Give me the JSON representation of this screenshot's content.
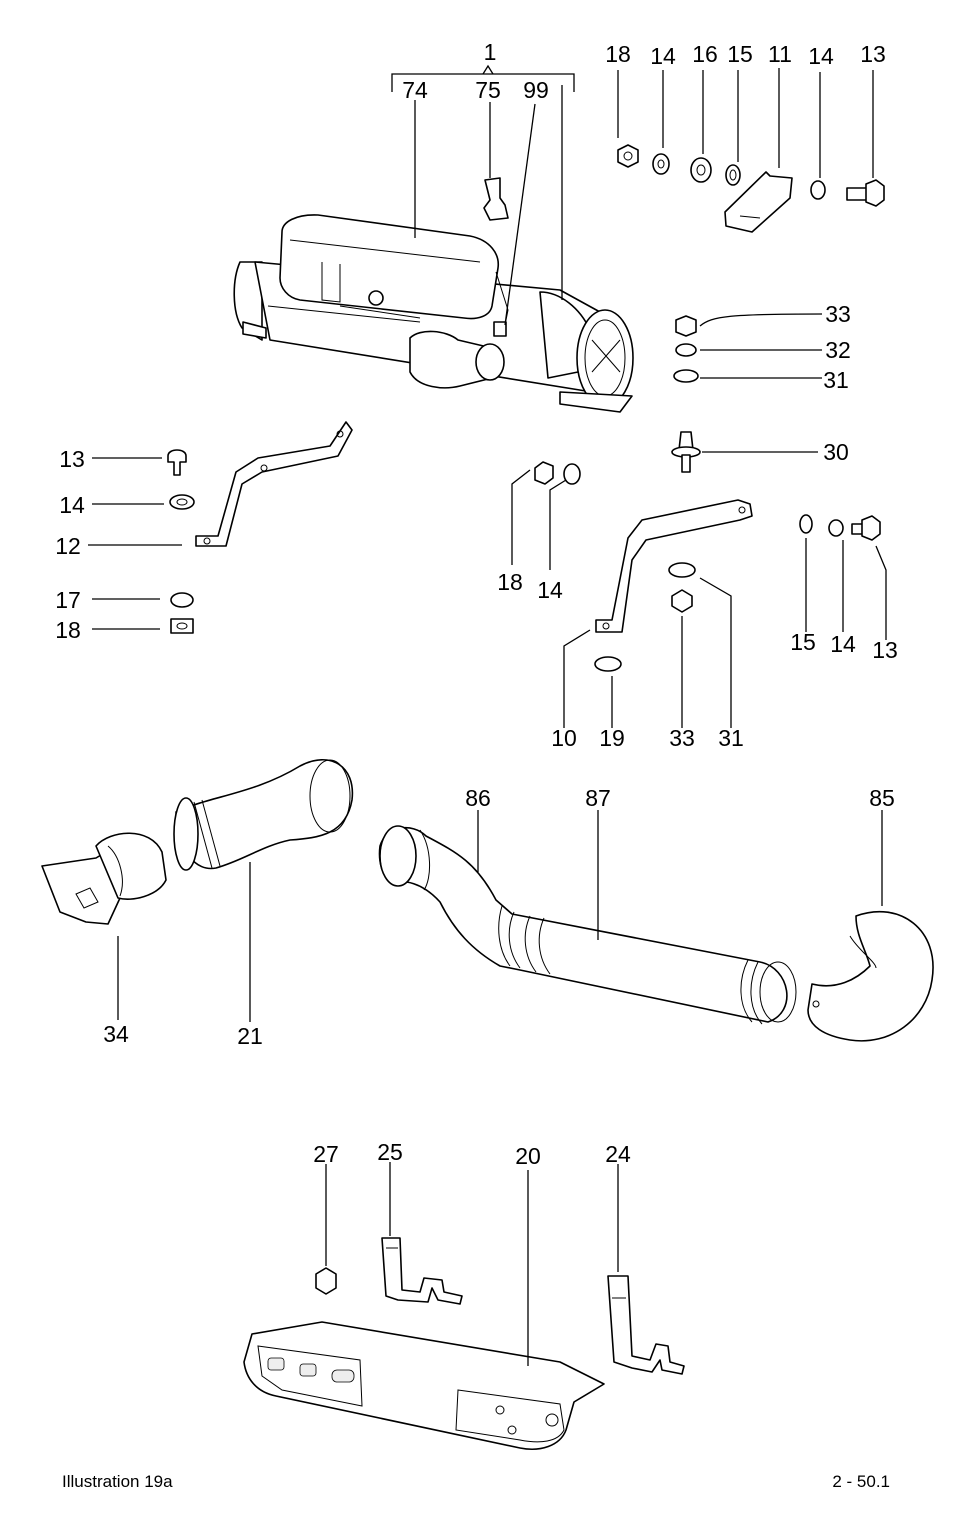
{
  "callouts": {
    "c1": "1",
    "c74": "74",
    "c75": "75",
    "c99": "99",
    "c18a": "18",
    "c14a": "14",
    "c16": "16",
    "c15a": "15",
    "c11": "11",
    "c14b": "14",
    "c13a": "13",
    "c33a": "33",
    "c32": "32",
    "c31a": "31",
    "c30": "30",
    "c13b": "13",
    "c14c": "14",
    "c12": "12",
    "c17": "17",
    "c18b": "18",
    "c18c": "18",
    "c14d": "14",
    "c15b": "15",
    "c14e": "14",
    "c13c": "13",
    "c10": "10",
    "c19": "19",
    "c33b": "33",
    "c31b": "31",
    "c86": "86",
    "c87": "87",
    "c85": "85",
    "c34": "34",
    "c21": "21",
    "c27": "27",
    "c25": "25",
    "c20": "20",
    "c24": "24"
  },
  "footer": {
    "illustration": "Illustration  19a",
    "page": "2 - 50.1"
  }
}
